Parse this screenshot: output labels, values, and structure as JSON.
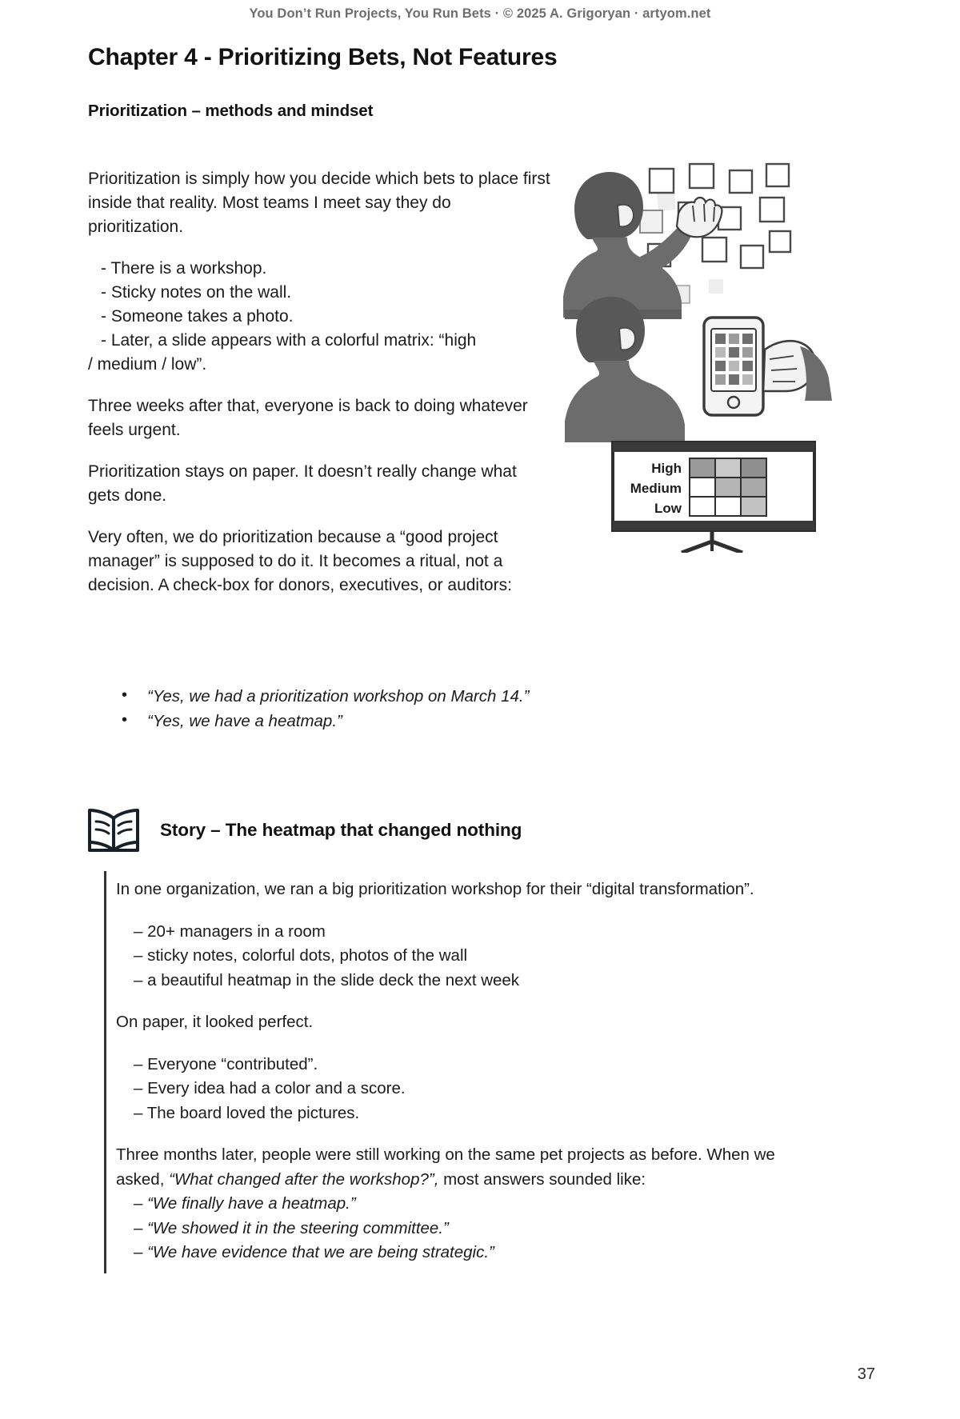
{
  "header": {
    "running_head": "You Don’t Run Projects, You Run Bets · © 2025 A. Grigoryan · artyom.net",
    "running_head_color": "#6e6e6e"
  },
  "chapter": {
    "title": "Chapter 4 - Prioritizing Bets, Not Features",
    "section_title": "Prioritization – methods and mindset"
  },
  "intro": {
    "paragraph_1": "Prioritization is simply how you decide which bets to place first inside that reality. Most teams I meet say they do prioritization.",
    "dash_items": [
      "- There is a workshop.",
      "- Sticky notes on the wall.",
      "- Someone takes a photo.",
      "- Later, a slide appears with a colorful matrix: “high"
    ],
    "dash_item_4_continuation": "/ medium / low”.",
    "paragraph_2": "Three weeks after that, everyone is back to doing whatever feels urgent.",
    "paragraph_3": "Prioritization stays on paper. It doesn’t really change what gets done.",
    "paragraph_4": "Very often, we do prioritization because a “good project manager” is supposed to do it. It becomes a ritual, not a decision. A check-box for donors, executives, or auditors:",
    "quote_bullets": [
      "“Yes, we had a prioritization workshop on March 14.”",
      "“Yes, we have a heatmap.”"
    ]
  },
  "illustration": {
    "name": "prioritization-workshop-illustration",
    "board_labels": [
      "High",
      "Medium",
      "Low"
    ],
    "heatmap_cells": [
      [
        "#9a9a9a",
        "#c9c9c9",
        "#8f8f8f"
      ],
      [
        "#ffffff",
        "#b5b5b5",
        "#a8a8a8"
      ],
      [
        "#ffffff",
        "#ffffff",
        "#c2c2c2"
      ]
    ],
    "sticky_note_count": 11,
    "figure_count": 2,
    "device": "tablet-with-grid-of-tiles"
  },
  "story": {
    "icon": "open-book-icon",
    "title": "Story – The heatmap that changed nothing",
    "paragraph_1": "In one organization, we ran a big prioritization workshop for their “digital transformation”.",
    "sub_items_1": [
      "– 20+ managers in a room",
      "– sticky notes, colorful dots, photos of the wall",
      "– a beautiful heatmap in the slide deck the next week"
    ],
    "paragraph_2": "On paper, it looked perfect.",
    "sub_items_2": [
      "– Everyone “contributed”.",
      "– Every idea had a color and a score.",
      "– The board loved the pictures."
    ],
    "paragraph_3_part_1": "Three months later, people were still working on the same pet projects as before. When we asked, ",
    "paragraph_3_italic": "“What changed after the workshop?”,",
    "paragraph_3_part_2": " most answers sounded like:",
    "sub_items_3": [
      "– “We finally have a heatmap.”",
      "– “We showed it in the steering committee.”",
      "– “We have evidence that we are being strategic.”"
    ]
  },
  "footer": {
    "page_number": "37"
  }
}
